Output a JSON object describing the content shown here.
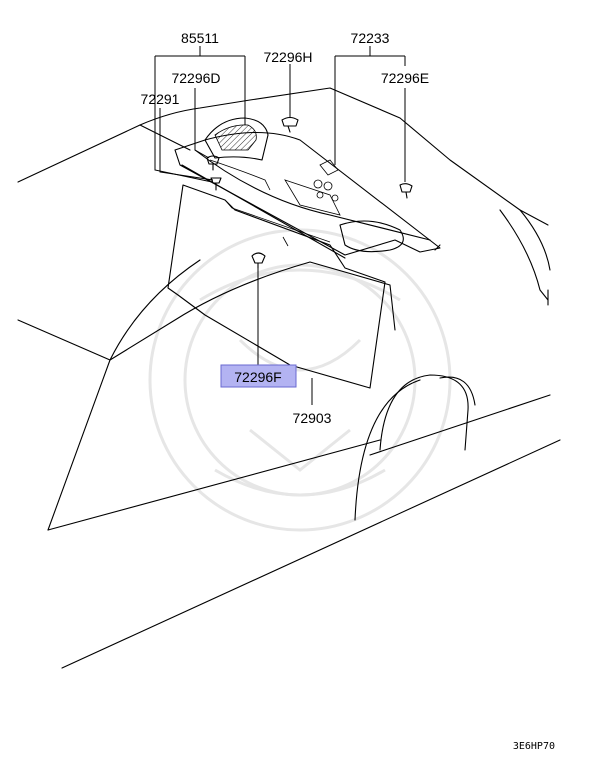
{
  "diagram": {
    "labels": {
      "p85511": "85511",
      "p72233": "72233",
      "p72296D": "72296D",
      "p72296H": "72296H",
      "p72296E": "72296E",
      "p72291": "72291",
      "p72296F": "72296F",
      "p72903": "72903"
    },
    "highlighted_part": "72296F",
    "reference_code": "3E6HP70",
    "colors": {
      "line": "#000000",
      "highlight_fill": "#b3b3f2",
      "highlight_border": "#6a6ad0",
      "watermark": "#e6e6e6"
    }
  }
}
